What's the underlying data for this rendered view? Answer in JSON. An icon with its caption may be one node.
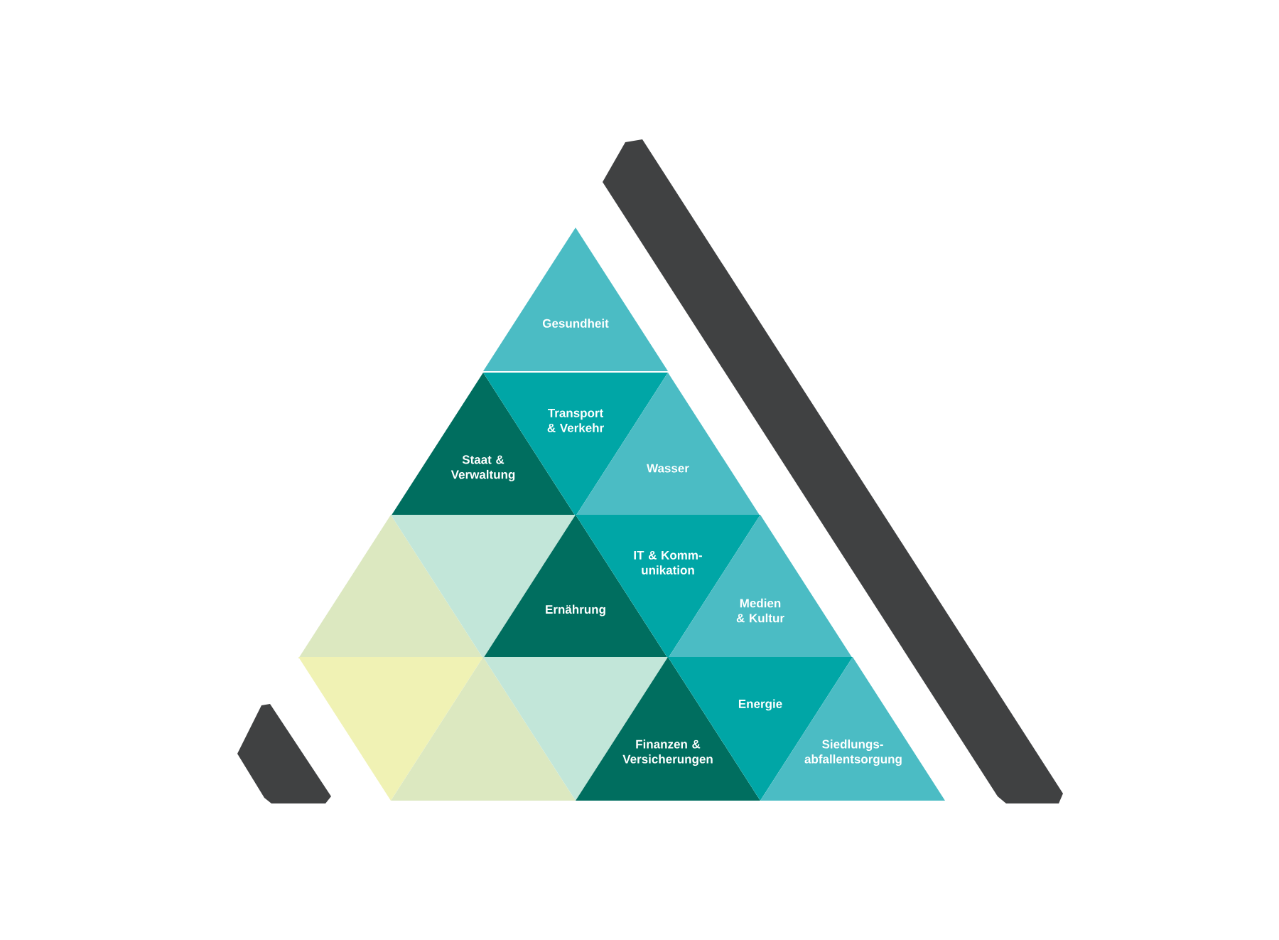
{
  "diagram": {
    "nodes": [
      {
        "text": [
          "Gesundheit"
        ]
      },
      {
        "text": [
          "Staat & Verwaltung"
        ]
      },
      {
        "text": [
          "Transport & Verkehr"
        ]
      },
      {
        "text": [
          "Wasser"
        ]
      },
      {
        "text": [],
        "shape": "triangle"
      },
      {
        "text": [],
        "shape": "triangle"
      },
      {
        "text": [
          "Ernährung"
        ]
      },
      {
        "text": [
          "IT & Komm-unikation"
        ]
      },
      {
        "text": [
          "Medien & Kultur"
        ]
      },
      {
        "text": [],
        "shape": "triangle"
      },
      {
        "text": [],
        "shape": "triangle"
      },
      {
        "text": [],
        "shape": "triangle"
      },
      {
        "text": [
          "Finanzen & Versicherungen"
        ]
      },
      {
        "text": [
          "Energie"
        ]
      },
      {
        "text": [
          "Siedlungs-abfallentsorgung"
        ]
      }
    ]
  }
}
